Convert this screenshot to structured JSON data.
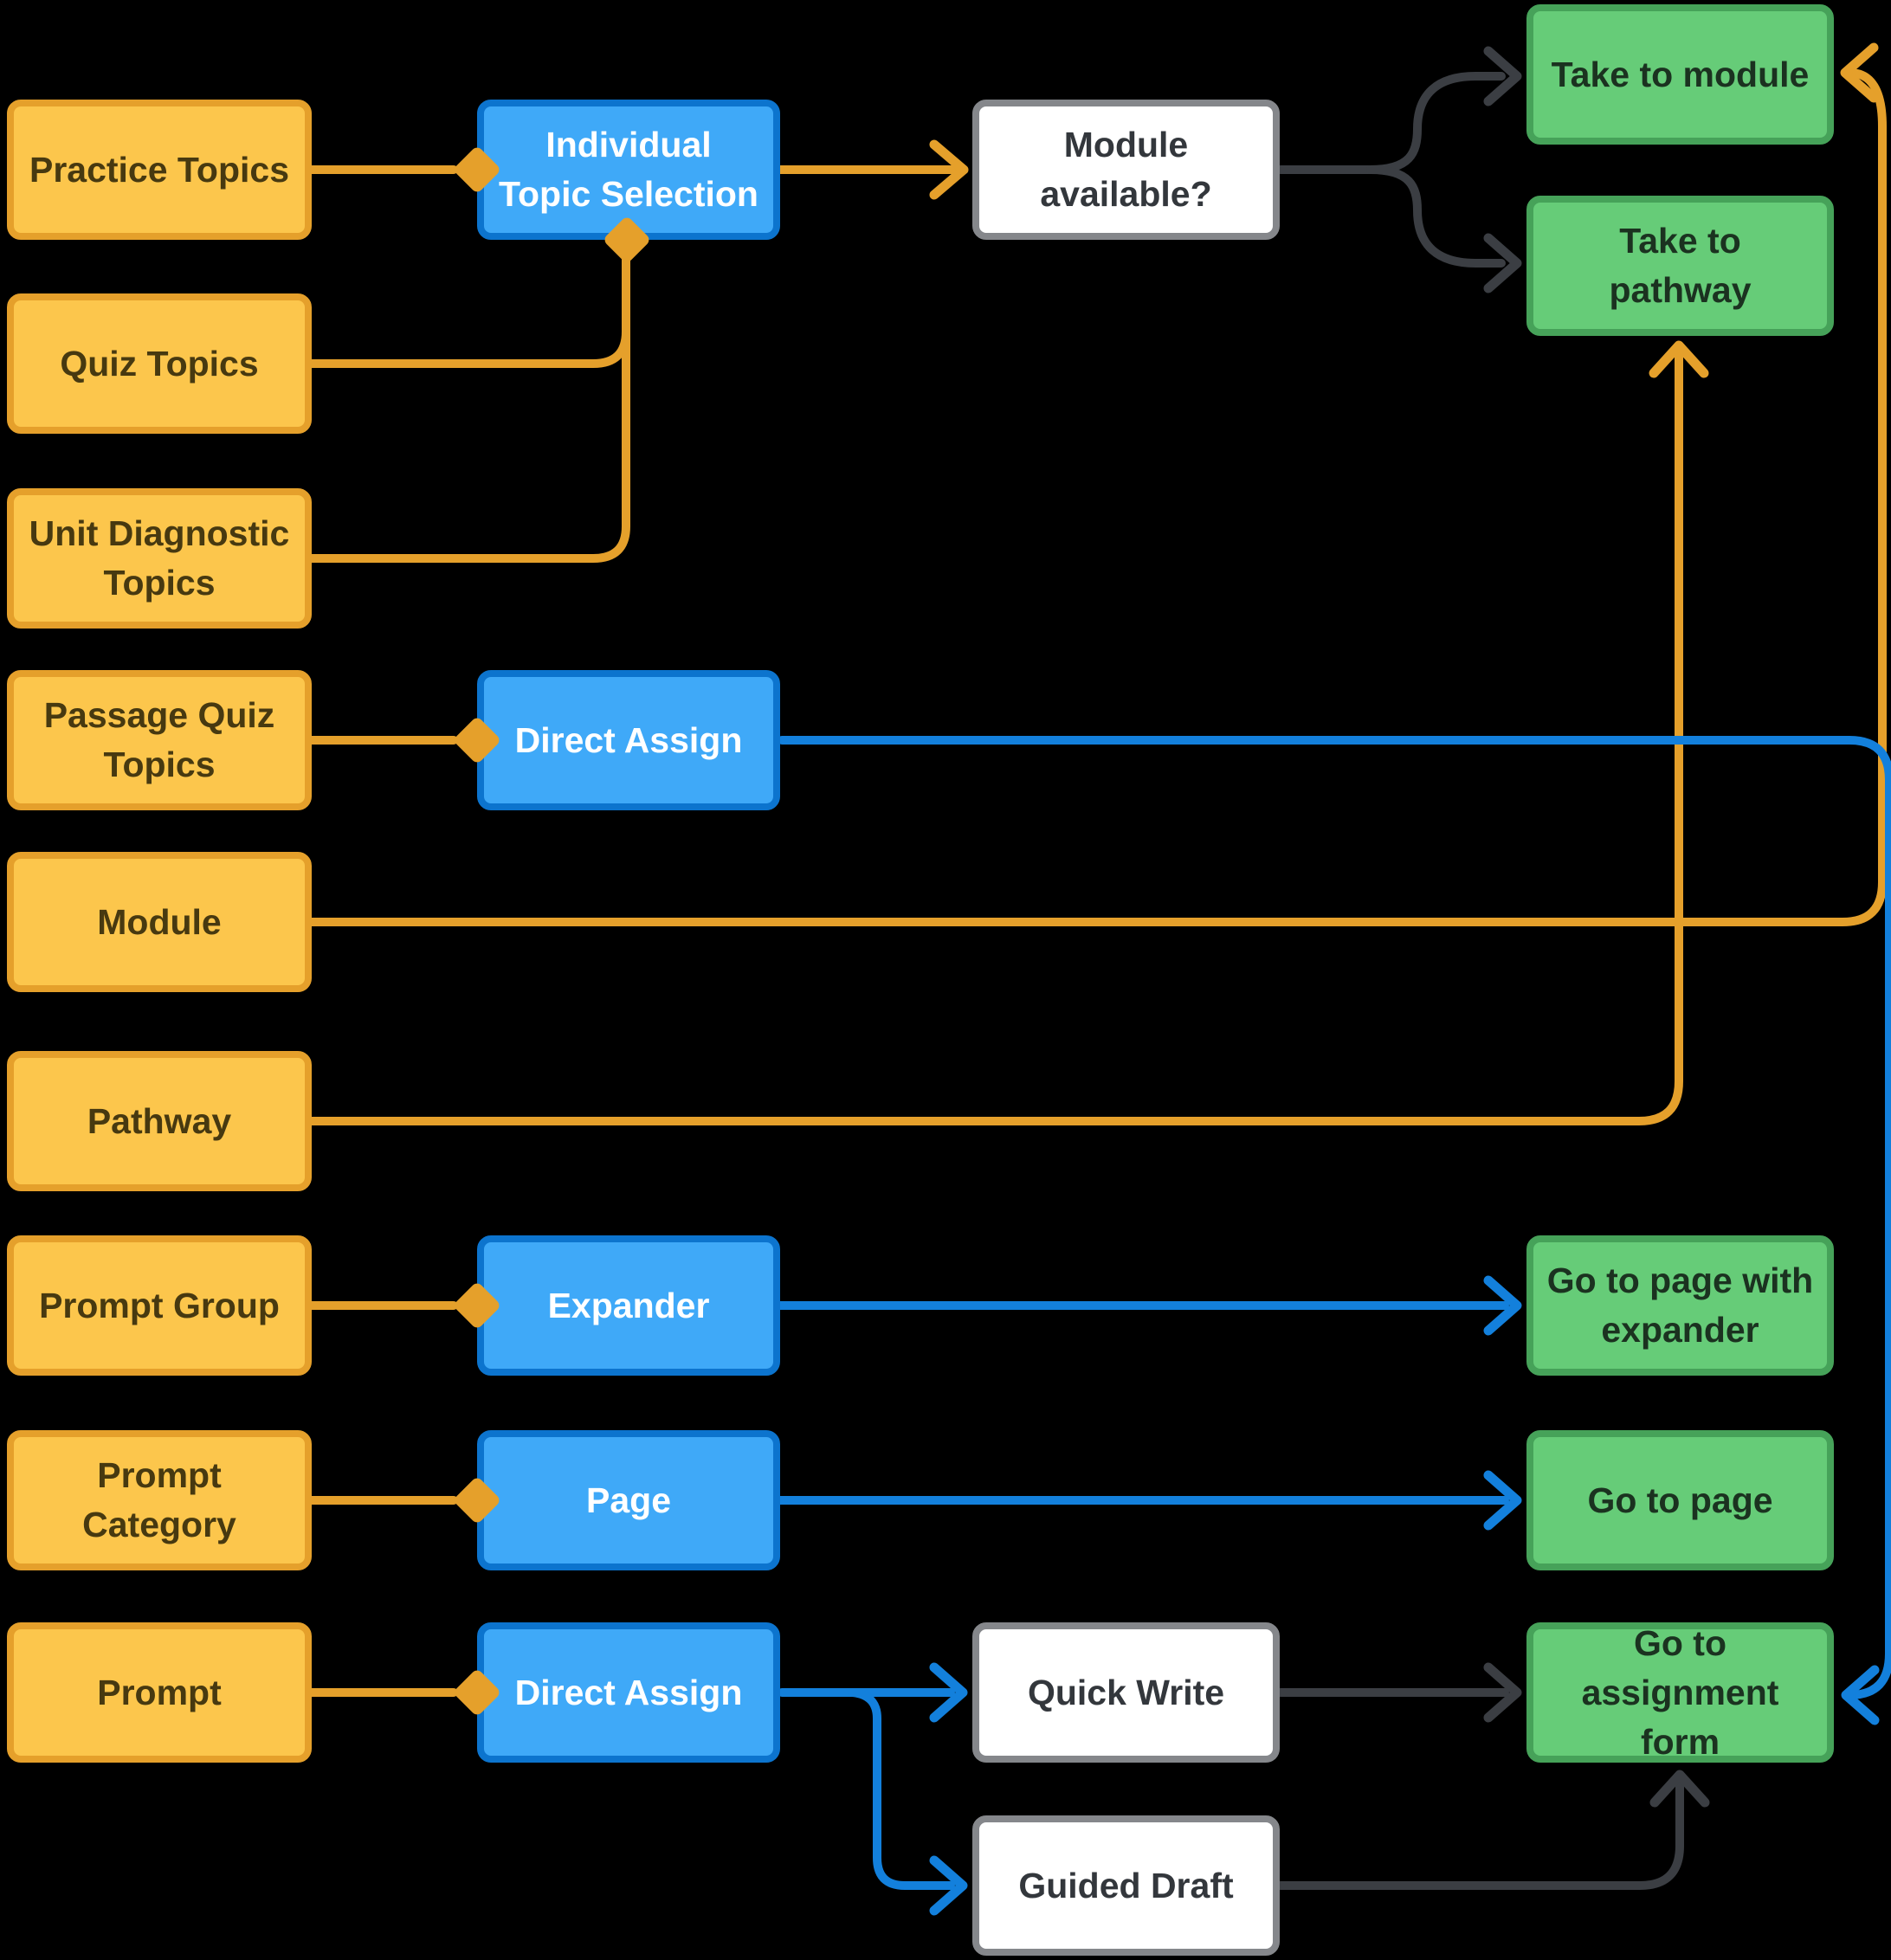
{
  "diagram": {
    "type": "flowchart",
    "background": "#000000",
    "colors": {
      "bg": "#000000",
      "source-fill": "#FCC64C",
      "source-border": "#E5A02B",
      "source-text": "#473910",
      "action-fill": "#3FA9F8",
      "action-border": "#0C74CE",
      "action-text": "#FFFFFF",
      "decision-fill": "#FFFFFF",
      "decision-border": "#85878B",
      "decision-text": "#33373C",
      "outcome-fill": "#66CC78",
      "outcome-border": "#46A259",
      "outcome-text": "#1B3220",
      "edge-orange": "#E5A02B",
      "edge-blue": "#1380DC",
      "edge-dark": "#3B3E43"
    },
    "nodes": {
      "practice_topics": {
        "label": "Practice Topics",
        "type": "source"
      },
      "quiz_topics": {
        "label": "Quiz Topics",
        "type": "source"
      },
      "unit_diagnostic_topics": {
        "label": "Unit Diagnostic Topics",
        "type": "source"
      },
      "passage_quiz_topics": {
        "label": "Passage Quiz Topics",
        "type": "source"
      },
      "module": {
        "label": "Module",
        "type": "source"
      },
      "pathway": {
        "label": "Pathway",
        "type": "source"
      },
      "prompt_group": {
        "label": "Prompt Group",
        "type": "source"
      },
      "prompt_category": {
        "label": "Prompt Category",
        "type": "source"
      },
      "prompt": {
        "label": "Prompt",
        "type": "source"
      },
      "individual_topic_selection": {
        "label": "Individual Topic Selection",
        "type": "action"
      },
      "direct_assign_passage": {
        "label": "Direct Assign",
        "type": "action"
      },
      "expander": {
        "label": "Expander",
        "type": "action"
      },
      "page": {
        "label": "Page",
        "type": "action"
      },
      "direct_assign_prompt": {
        "label": "Direct Assign",
        "type": "action"
      },
      "module_available": {
        "label": "Module available?",
        "type": "decision"
      },
      "quick_write": {
        "label": "Quick Write",
        "type": "decision"
      },
      "guided_draft": {
        "label": "Guided Draft",
        "type": "decision"
      },
      "take_to_module": {
        "label": "Take to module",
        "type": "outcome"
      },
      "take_to_pathway": {
        "label": "Take to pathway",
        "type": "outcome"
      },
      "go_to_page_with_expander": {
        "label": "Go to page with expander",
        "type": "outcome"
      },
      "go_to_page": {
        "label": "Go to page",
        "type": "outcome"
      },
      "go_to_assignment_form": {
        "label": "Go to assignment form",
        "type": "outcome"
      }
    },
    "edges": [
      {
        "from": "Practice Topics",
        "to": "Individual Topic Selection",
        "style": "orange",
        "end": "diamond"
      },
      {
        "from": "Quiz Topics",
        "to": "Individual Topic Selection",
        "style": "orange",
        "end": "diamond"
      },
      {
        "from": "Unit Diagnostic Topics",
        "to": "Individual Topic Selection",
        "style": "orange",
        "end": "diamond"
      },
      {
        "from": "Individual Topic Selection",
        "to": "Module available?",
        "style": "orange",
        "end": "arrow"
      },
      {
        "from": "Module available?",
        "to": "Take to module",
        "style": "dark",
        "end": "arrow"
      },
      {
        "from": "Module available?",
        "to": "Take to pathway",
        "style": "dark",
        "end": "arrow"
      },
      {
        "from": "Passage Quiz Topics",
        "to": "Direct Assign",
        "style": "orange",
        "end": "diamond"
      },
      {
        "from": "Direct Assign",
        "to": "Go to assignment form",
        "style": "blue",
        "end": "arrow"
      },
      {
        "from": "Module",
        "to": "Take to module",
        "style": "orange",
        "end": "arrow"
      },
      {
        "from": "Pathway",
        "to": "Take to pathway",
        "style": "orange",
        "end": "arrow"
      },
      {
        "from": "Prompt Group",
        "to": "Expander",
        "style": "orange",
        "end": "diamond"
      },
      {
        "from": "Expander",
        "to": "Go to page with expander",
        "style": "blue",
        "end": "arrow"
      },
      {
        "from": "Prompt Category",
        "to": "Page",
        "style": "orange",
        "end": "diamond"
      },
      {
        "from": "Page",
        "to": "Go to page",
        "style": "blue",
        "end": "arrow"
      },
      {
        "from": "Prompt",
        "to": "Direct Assign",
        "style": "orange",
        "end": "diamond"
      },
      {
        "from": "Direct Assign",
        "to": "Quick Write",
        "style": "blue",
        "end": "arrow"
      },
      {
        "from": "Direct Assign",
        "to": "Guided Draft",
        "style": "blue",
        "end": "arrow"
      },
      {
        "from": "Quick Write",
        "to": "Go to assignment form",
        "style": "dark",
        "end": "arrow"
      },
      {
        "from": "Guided Draft",
        "to": "Go to assignment form",
        "style": "dark",
        "end": "arrow"
      }
    ]
  }
}
